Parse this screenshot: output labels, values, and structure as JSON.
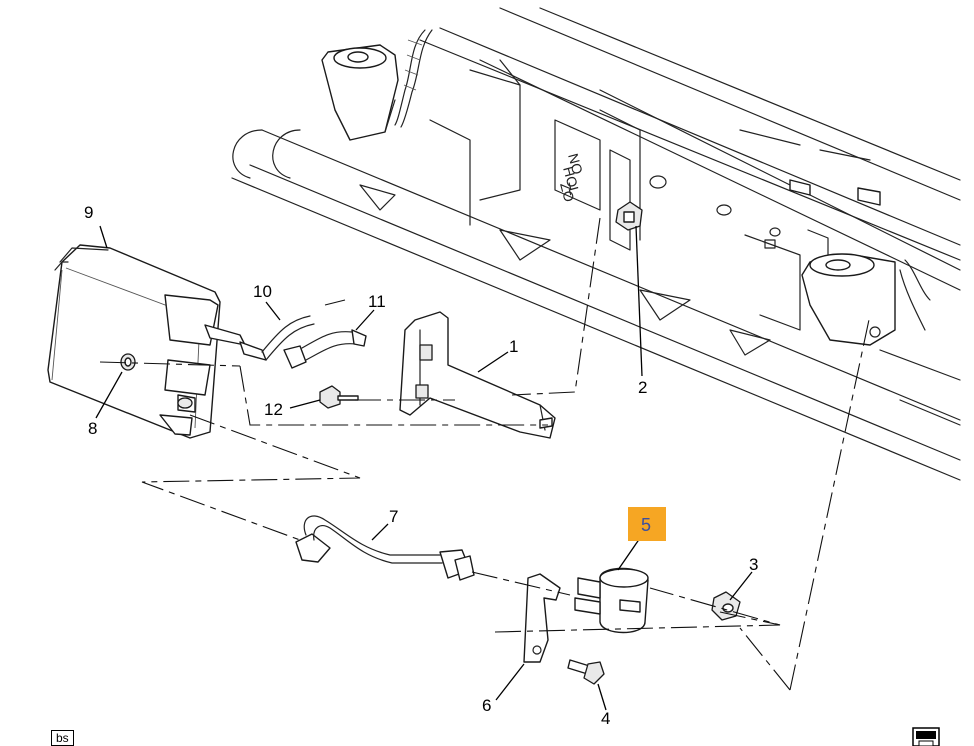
{
  "callouts": [
    {
      "id": "1",
      "label": "1"
    },
    {
      "id": "2",
      "label": "2"
    },
    {
      "id": "3",
      "label": "3"
    },
    {
      "id": "4",
      "label": "4"
    },
    {
      "id": "5",
      "label": "5"
    },
    {
      "id": "6",
      "label": "6"
    },
    {
      "id": "7",
      "label": "7"
    },
    {
      "id": "8",
      "label": "8"
    },
    {
      "id": "9",
      "label": "9"
    },
    {
      "id": "10",
      "label": "10"
    },
    {
      "id": "11",
      "label": "11"
    },
    {
      "id": "12",
      "label": "12"
    }
  ],
  "highlighted_callout": "5",
  "frame_text": {
    "line1": "NO",
    "line2": "HOL",
    "line3": "ZO"
  },
  "corner_badge": "bs",
  "colors": {
    "highlight": "#f6a623",
    "highlight_text": "#3b4fa0",
    "line": "#222222"
  },
  "icons": {
    "corner_right": "printer-icon"
  }
}
